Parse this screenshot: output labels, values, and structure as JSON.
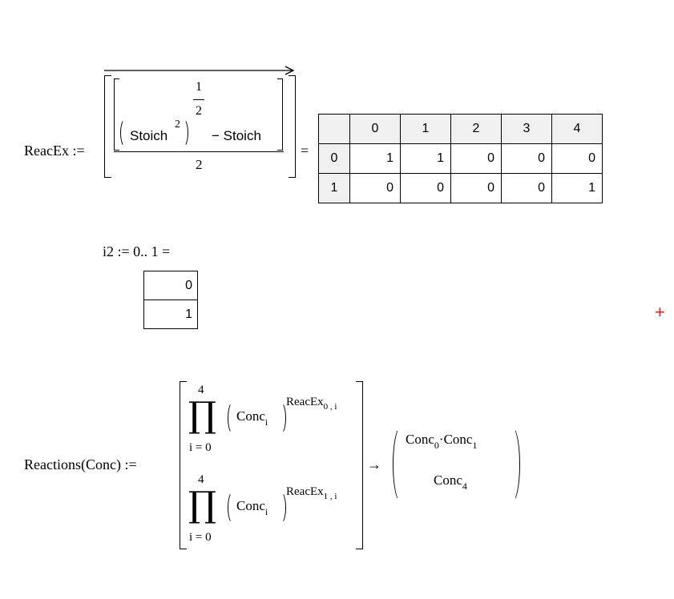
{
  "reacex": {
    "lhs": "ReacEx :=",
    "half_num": "1",
    "half_den": "2",
    "stoich": "Stoich",
    "pow2": "2",
    "minus_stoich": "− Stoich",
    "denominator": "2",
    "equals": "=",
    "result_table": {
      "col_headers": [
        "0",
        "1",
        "2",
        "3",
        "4"
      ],
      "rows": [
        {
          "row_header": "0",
          "cells": [
            "1",
            "1",
            "0",
            "0",
            "0"
          ]
        },
        {
          "row_header": "1",
          "cells": [
            "0",
            "0",
            "0",
            "0",
            "1"
          ]
        }
      ]
    }
  },
  "i2": {
    "text": "i2 := 0.. 1 =",
    "values": [
      "0",
      "1"
    ]
  },
  "reactions": {
    "lhs": "Reactions(Conc) :=",
    "prod_upper": "4",
    "prod_lower": "i = 0",
    "conc": "Conc",
    "conc_sub": "i",
    "exp_base": "ReacEx",
    "exp_sub_0": "0 , i",
    "exp_sub_1": "1 , i",
    "arrow": "→",
    "result_line1_a": "Conc",
    "result_line1_a_sub": "0",
    "result_dot": "·",
    "result_line1_b": "Conc",
    "result_line1_b_sub": "1",
    "result_line2": "Conc",
    "result_line2_sub": "4"
  },
  "cursor_symbol": "+"
}
